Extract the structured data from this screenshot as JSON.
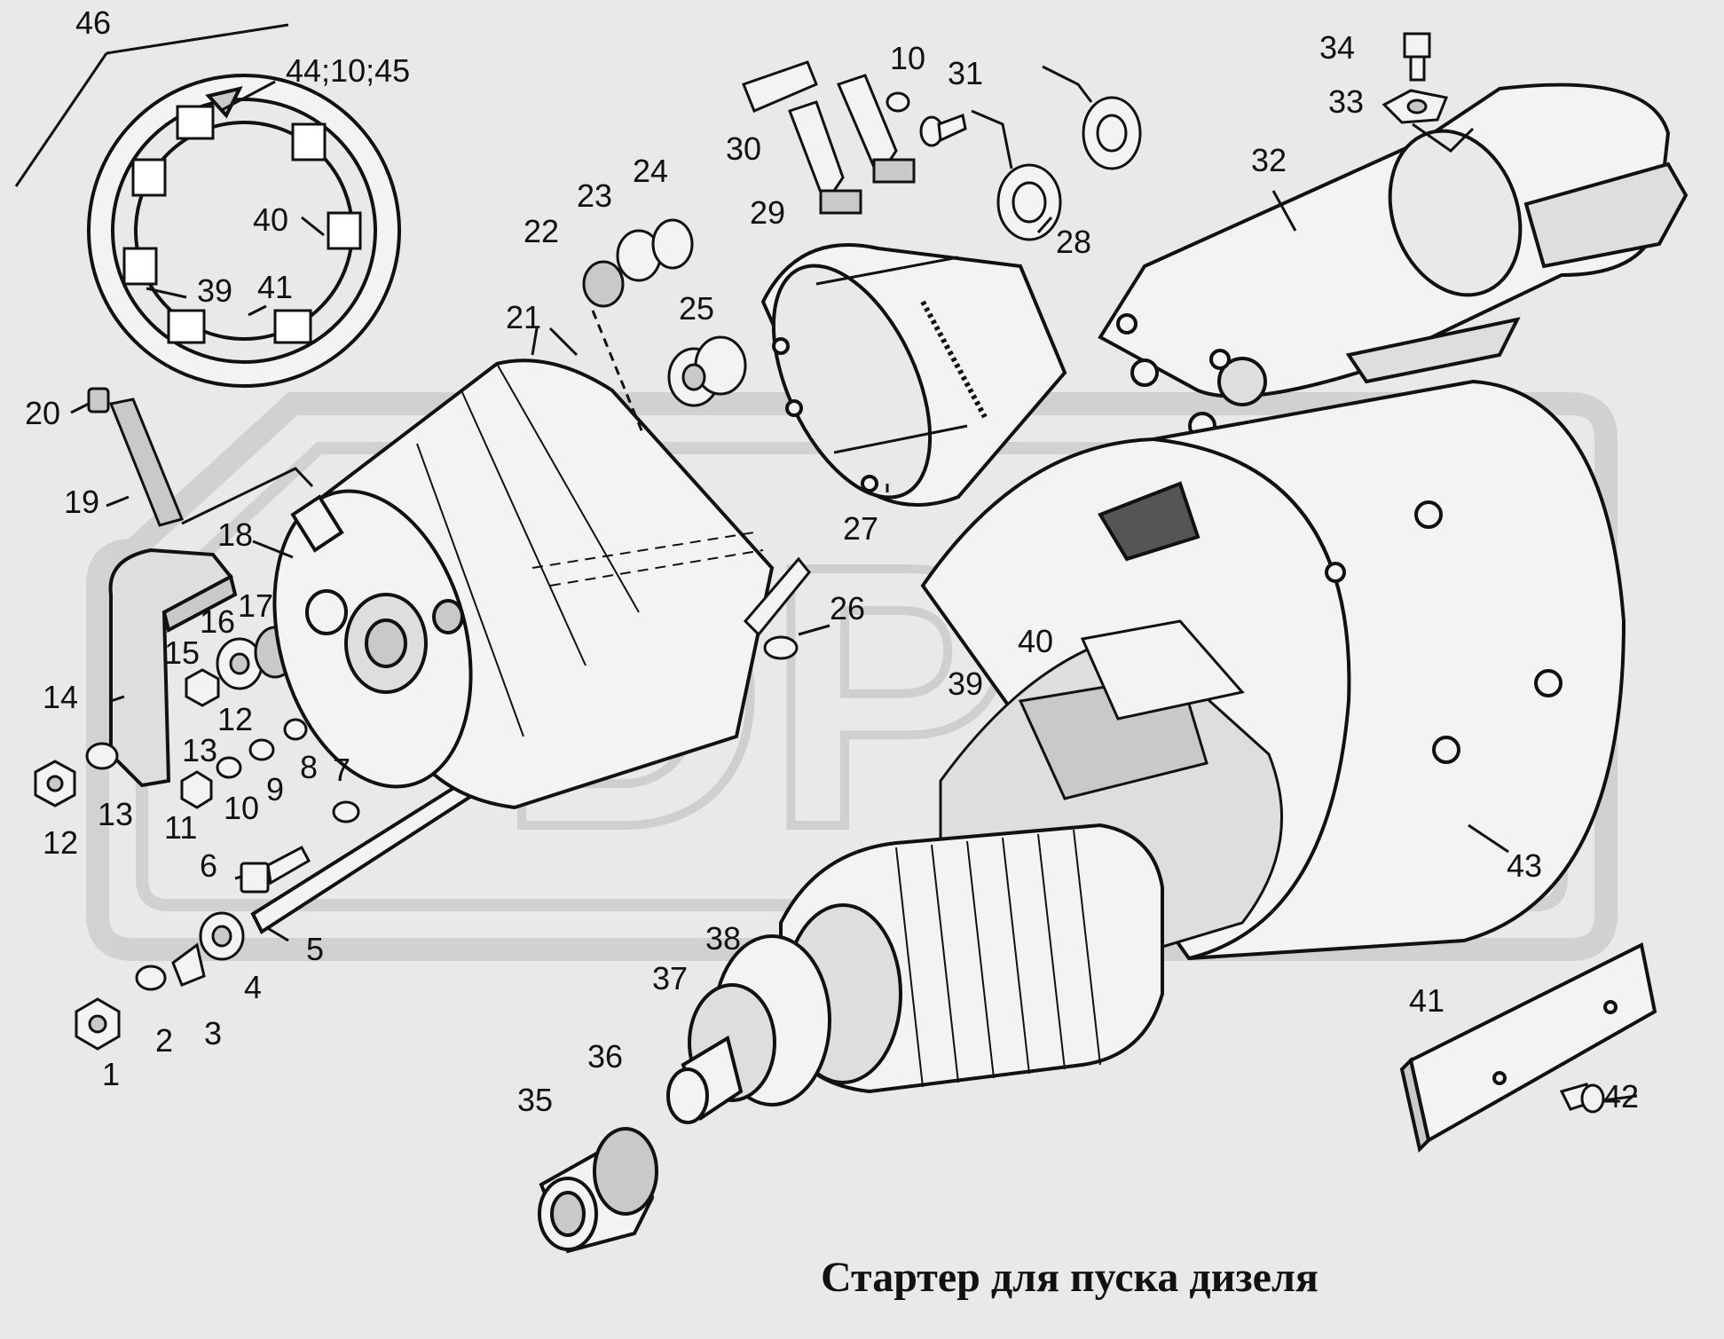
{
  "caption": "Стартер для пуска дизеля",
  "watermark": {
    "text": "DPK",
    "color": "#cfcfcf"
  },
  "colors": {
    "background": "#e9e9e9",
    "line": "#111111",
    "part_fill": "#f3f3f3",
    "shade": "#c9c9c9"
  },
  "callouts": [
    {
      "id": "46",
      "text": "46"
    },
    {
      "id": "44-10-45",
      "text": "44;10;45"
    },
    {
      "id": "40-ring",
      "text": "40"
    },
    {
      "id": "39-ring",
      "text": "39"
    },
    {
      "id": "41-ring",
      "text": "41"
    },
    {
      "id": "20",
      "text": "20"
    },
    {
      "id": "19",
      "text": "19"
    },
    {
      "id": "18",
      "text": "18"
    },
    {
      "id": "17",
      "text": "17"
    },
    {
      "id": "16",
      "text": "16"
    },
    {
      "id": "15",
      "text": "15"
    },
    {
      "id": "14",
      "text": "14"
    },
    {
      "id": "12a",
      "text": "12"
    },
    {
      "id": "13a",
      "text": "13"
    },
    {
      "id": "12b",
      "text": "12"
    },
    {
      "id": "13b",
      "text": "13"
    },
    {
      "id": "11",
      "text": "11"
    },
    {
      "id": "10a",
      "text": "10"
    },
    {
      "id": "9",
      "text": "9"
    },
    {
      "id": "8",
      "text": "8"
    },
    {
      "id": "7",
      "text": "7"
    },
    {
      "id": "6",
      "text": "6"
    },
    {
      "id": "5",
      "text": "5"
    },
    {
      "id": "4",
      "text": "4"
    },
    {
      "id": "3",
      "text": "3"
    },
    {
      "id": "2",
      "text": "2"
    },
    {
      "id": "1",
      "text": "1"
    },
    {
      "id": "21",
      "text": "21"
    },
    {
      "id": "22",
      "text": "22"
    },
    {
      "id": "23",
      "text": "23"
    },
    {
      "id": "24",
      "text": "24"
    },
    {
      "id": "25",
      "text": "25"
    },
    {
      "id": "26",
      "text": "26"
    },
    {
      "id": "27",
      "text": "27"
    },
    {
      "id": "28",
      "text": "28"
    },
    {
      "id": "29",
      "text": "29"
    },
    {
      "id": "30",
      "text": "30"
    },
    {
      "id": "10b",
      "text": "10"
    },
    {
      "id": "31",
      "text": "31"
    },
    {
      "id": "32",
      "text": "32"
    },
    {
      "id": "33",
      "text": "33"
    },
    {
      "id": "34",
      "text": "34"
    },
    {
      "id": "35",
      "text": "35"
    },
    {
      "id": "36",
      "text": "36"
    },
    {
      "id": "37",
      "text": "37"
    },
    {
      "id": "38",
      "text": "38"
    },
    {
      "id": "39",
      "text": "39"
    },
    {
      "id": "40",
      "text": "40"
    },
    {
      "id": "41",
      "text": "41"
    },
    {
      "id": "42",
      "text": "42"
    },
    {
      "id": "43",
      "text": "43"
    }
  ]
}
